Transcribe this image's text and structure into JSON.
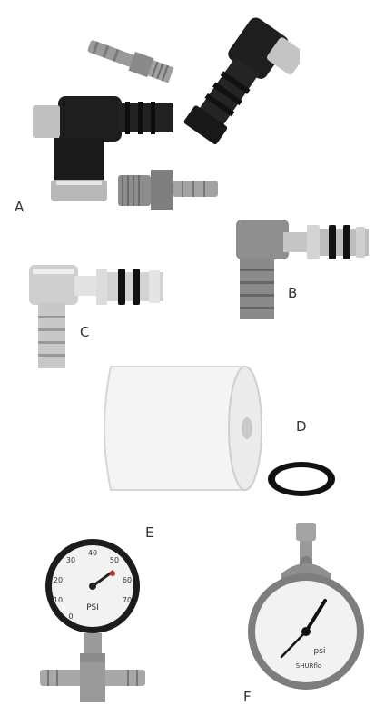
{
  "labels": {
    "a": "A",
    "b": "B",
    "c": "C",
    "d": "D",
    "e": "E",
    "f": "F"
  },
  "gauges": {
    "e": {
      "scale": [
        "0",
        "10",
        "20",
        "30",
        "40",
        "50",
        "60",
        "70"
      ],
      "unit": "PSI"
    },
    "f": {
      "unit": "psi",
      "brand": "SHURflo"
    }
  },
  "colors": {
    "black_plastic": "#1e1e1e",
    "gray_tab": "#bfbfbf",
    "brass": "#8f8f8f",
    "chrome": "#d8d8d8",
    "o_ring": "#111111",
    "filter": "#f4f4f4",
    "gauge_face": "#f2f2f2"
  }
}
